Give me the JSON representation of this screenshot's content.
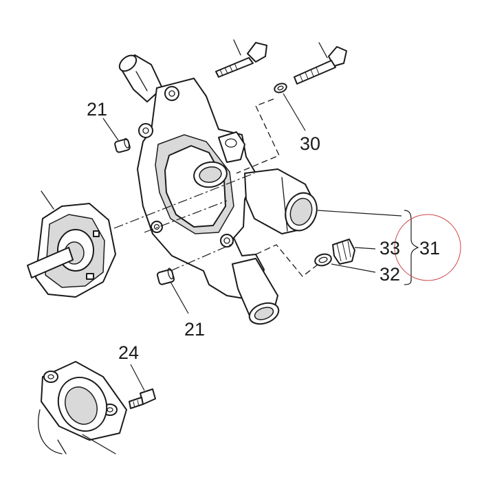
{
  "callouts": {
    "c21_top": "21",
    "c30": "30",
    "c33": "33",
    "c31": "31",
    "c32": "32",
    "c21_bottom": "21",
    "c24": "24"
  },
  "colors": {
    "ink": "#1a1a1a",
    "highlight_circle": "#cc4444",
    "background": "#ffffff"
  }
}
